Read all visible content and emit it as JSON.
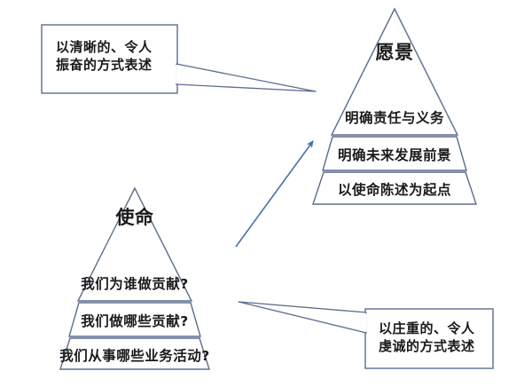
{
  "diagram": {
    "type": "pyramid-diagram",
    "background_color": "#ffffff",
    "stroke_color": "#5b6d8e",
    "arrow_color": "#4472a8",
    "text_color": "#1a1a1a"
  },
  "vision_pyramid": {
    "name": "vision-pyramid",
    "title": "愿景",
    "bands": [
      {
        "label": "明确责任与义务"
      },
      {
        "label": "明确未来发展前景"
      },
      {
        "label": "以使命陈述为起点"
      }
    ]
  },
  "mission_pyramid": {
    "name": "mission-pyramid",
    "title": "使命",
    "bands": [
      {
        "label": "我们为谁做贡献?"
      },
      {
        "label": "我们做哪些贡献?"
      },
      {
        "label": "我们从事哪些业务活动?"
      }
    ]
  },
  "callouts": [
    {
      "name": "vision-callout",
      "text": "以清晰的、令人\n振奋的方式表述"
    },
    {
      "name": "mission-callout",
      "text": "以庄重的、令人\n虔诚的方式表述"
    }
  ],
  "connector": {
    "name": "mission-to-vision-arrow",
    "description": "arrow"
  }
}
